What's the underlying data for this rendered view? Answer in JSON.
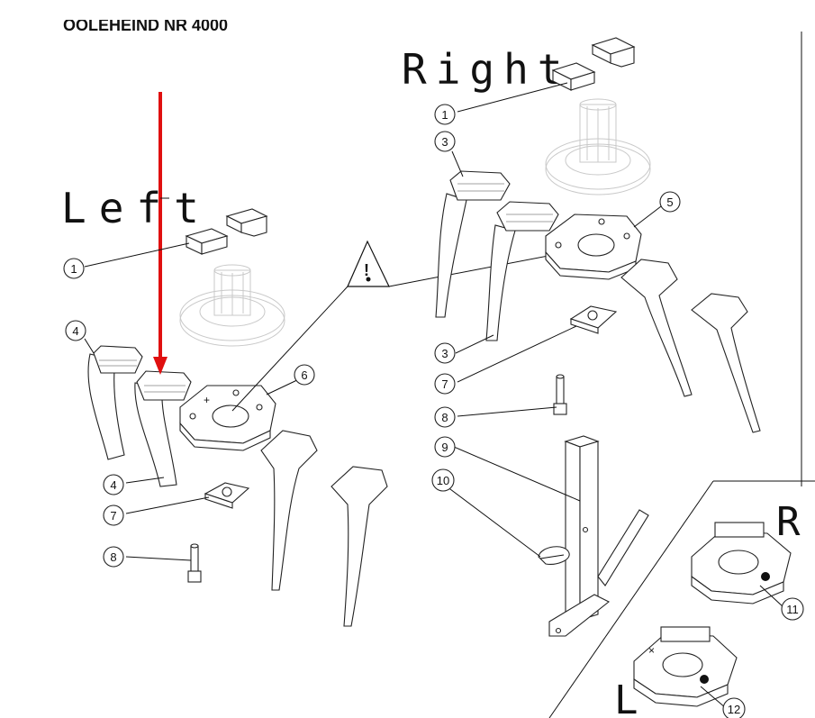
{
  "diagram": {
    "header_text": "OOLEHEIND NR 4000",
    "side_labels": {
      "left": "Left",
      "right": "Right",
      "inset_right": "R",
      "inset_left": "L"
    },
    "warning_mark": "!",
    "warning_arrow_color": "#e01010",
    "callouts": [
      {
        "id": "c1-left",
        "label": "1"
      },
      {
        "id": "c4-top",
        "label": "4"
      },
      {
        "id": "c4-bot",
        "label": "4"
      },
      {
        "id": "c6",
        "label": "6"
      },
      {
        "id": "c7-left",
        "label": "7"
      },
      {
        "id": "c8-left",
        "label": "8"
      },
      {
        "id": "c1-right",
        "label": "1"
      },
      {
        "id": "c3-top",
        "label": "3"
      },
      {
        "id": "c3-bot",
        "label": "3"
      },
      {
        "id": "c5",
        "label": "5"
      },
      {
        "id": "c7-right",
        "label": "7"
      },
      {
        "id": "c8-right",
        "label": "8"
      },
      {
        "id": "c9",
        "label": "9"
      },
      {
        "id": "c10",
        "label": "10"
      },
      {
        "id": "c11",
        "label": "11"
      },
      {
        "id": "c12",
        "label": "12"
      }
    ]
  }
}
